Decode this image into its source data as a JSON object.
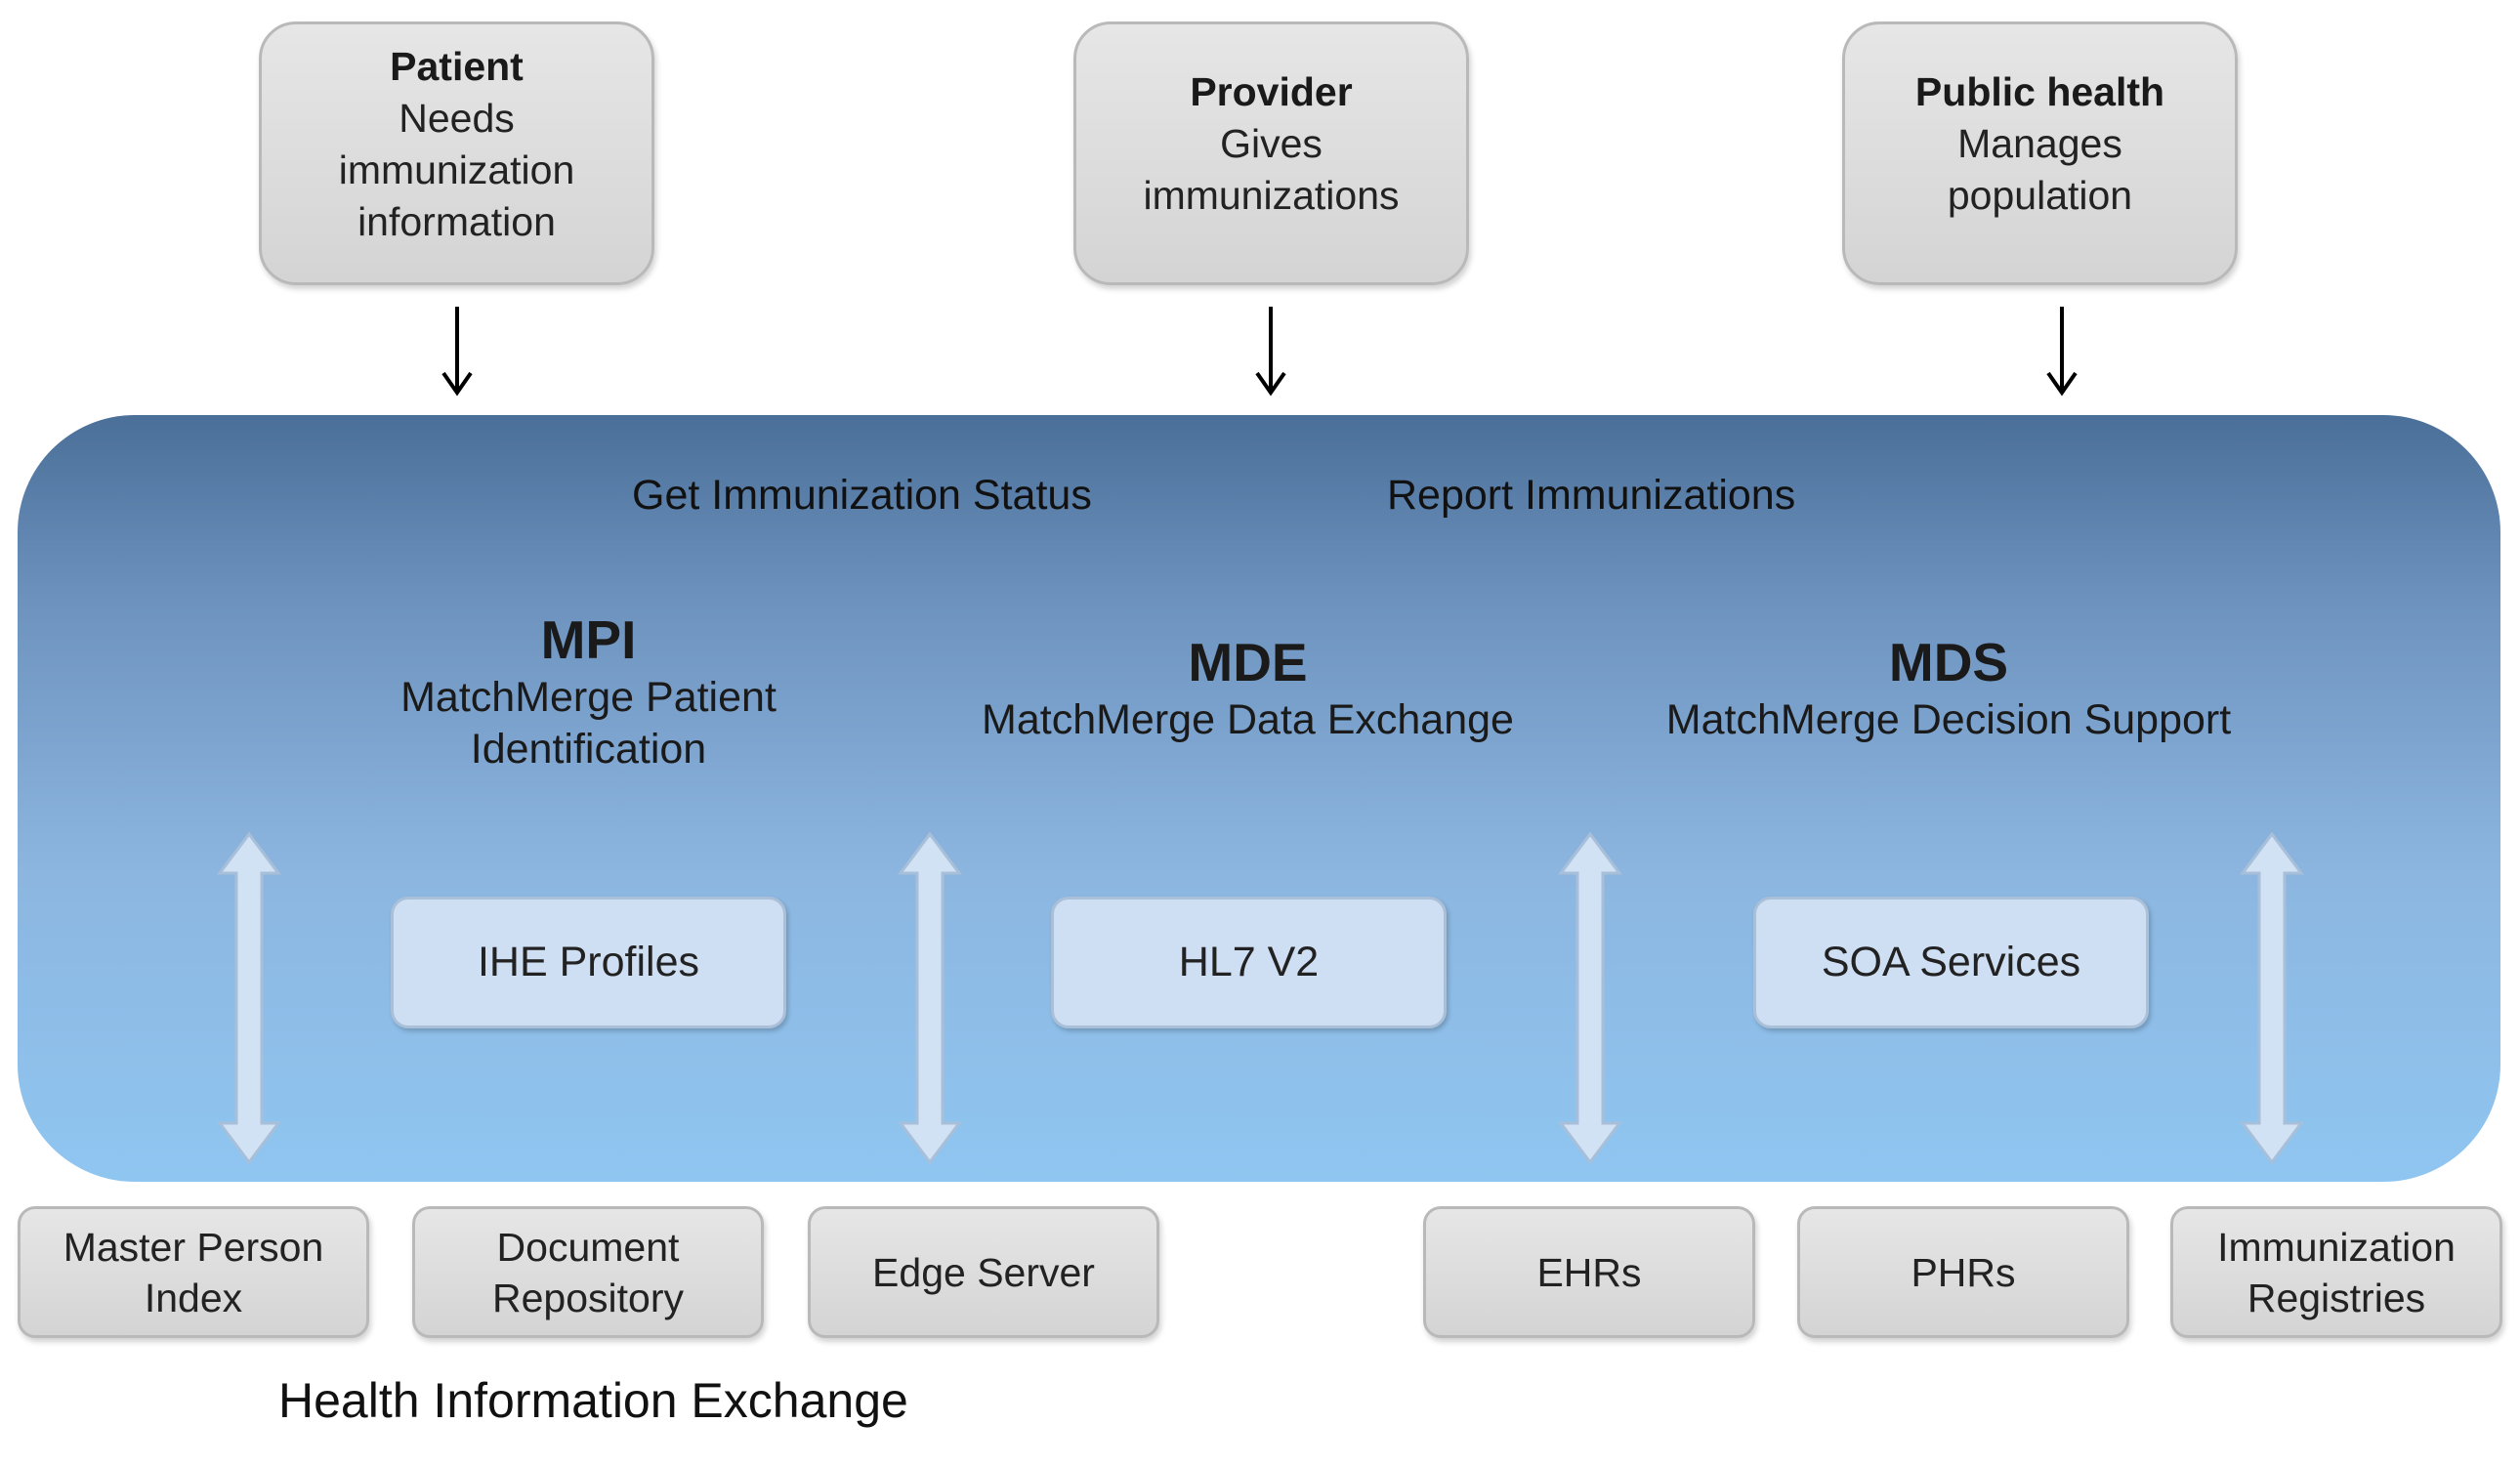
{
  "actors": [
    {
      "name": "Patient",
      "description": "Needs\nimmunization\ninformation"
    },
    {
      "name": "Provider",
      "description": "Gives\nimmunizations"
    },
    {
      "name": "Public health",
      "description": "Manages\npopulation"
    }
  ],
  "operations": [
    "Get Immunization Status",
    "Report Immunizations"
  ],
  "components": [
    {
      "acronym": "MPI",
      "name": "MatchMerge Patient\nIdentification"
    },
    {
      "acronym": "MDE",
      "name": "MatchMerge Data Exchange"
    },
    {
      "acronym": "MDS",
      "name": "MatchMerge Decision Support"
    }
  ],
  "standards": [
    "IHE Profiles",
    "HL7 V2",
    "SOA Services"
  ],
  "systems": [
    "Master Person\nIndex",
    "Document\nRepository",
    "Edge Server",
    "EHRs",
    "PHRs",
    "Immunization\nRegistries"
  ],
  "footer_label": "Health Information Exchange"
}
